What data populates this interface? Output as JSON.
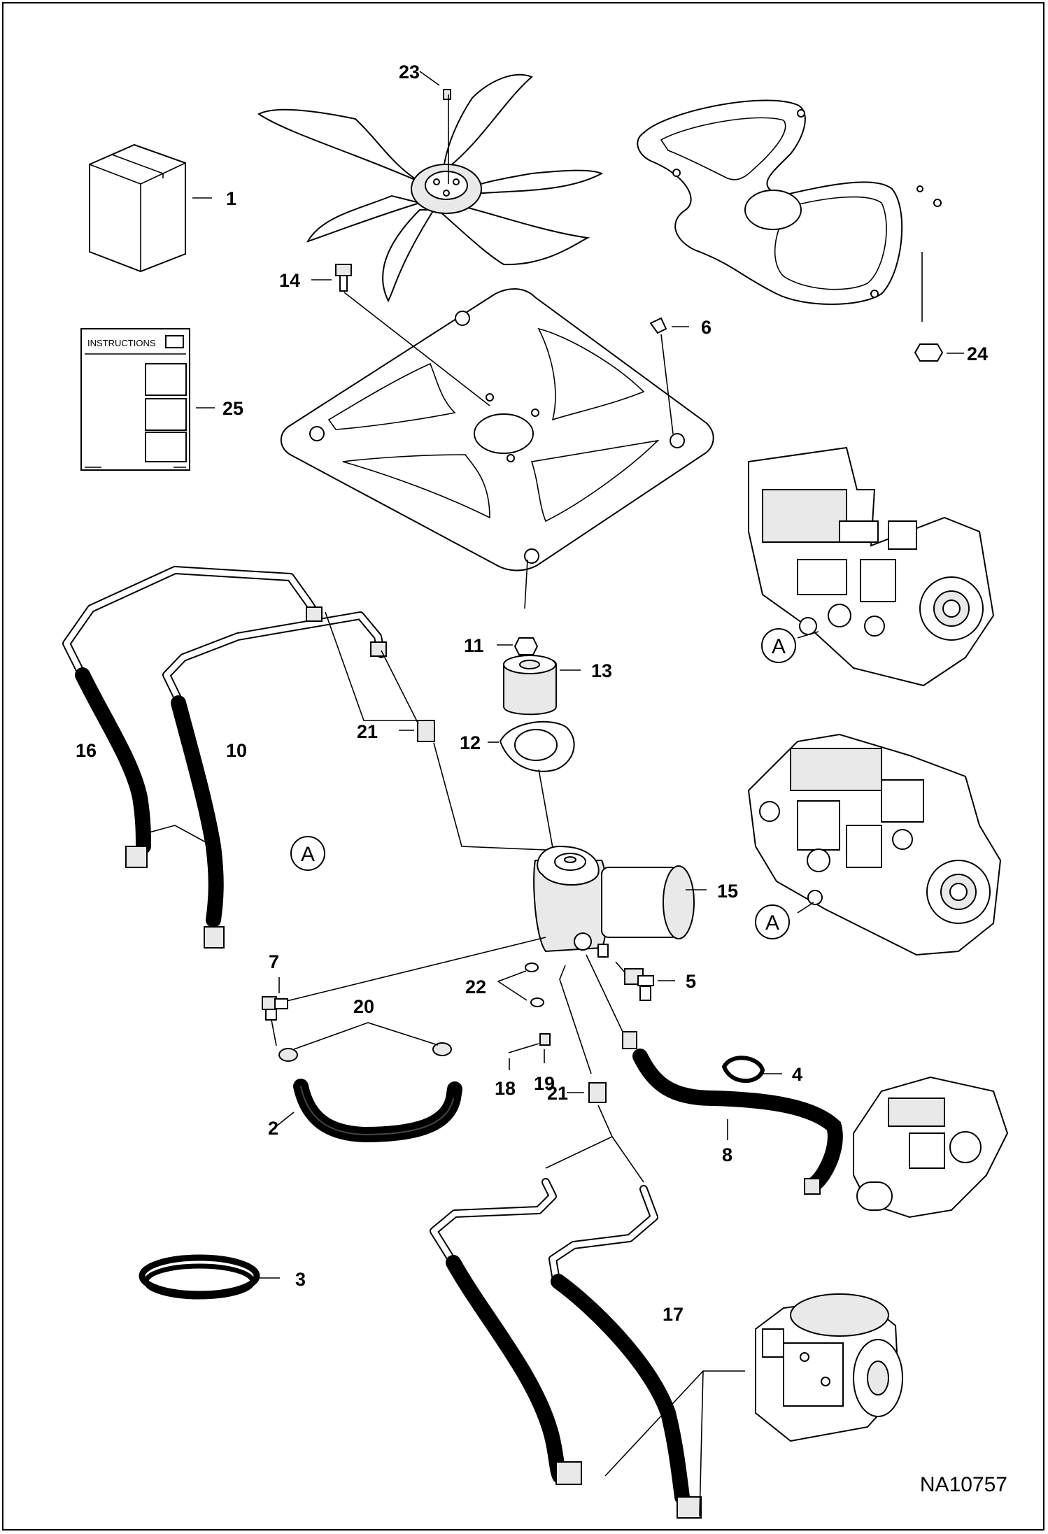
{
  "figure_id": "NA10757",
  "instructions_sheet_title": "INSTRUCTIONS",
  "callouts": [
    {
      "id": "c1",
      "label": "1"
    },
    {
      "id": "c2",
      "label": "2"
    },
    {
      "id": "c3",
      "label": "3"
    },
    {
      "id": "c4",
      "label": "4"
    },
    {
      "id": "c5",
      "label": "5"
    },
    {
      "id": "c6",
      "label": "6"
    },
    {
      "id": "c7",
      "label": "7"
    },
    {
      "id": "c8",
      "label": "8"
    },
    {
      "id": "c9",
      "label": "9"
    },
    {
      "id": "c10",
      "label": "10"
    },
    {
      "id": "c11",
      "label": "11"
    },
    {
      "id": "c12",
      "label": "12"
    },
    {
      "id": "c13",
      "label": "13"
    },
    {
      "id": "c14",
      "label": "14"
    },
    {
      "id": "c15",
      "label": "15"
    },
    {
      "id": "c16",
      "label": "16"
    },
    {
      "id": "c17",
      "label": "17"
    },
    {
      "id": "c18",
      "label": "18"
    },
    {
      "id": "c19",
      "label": "19"
    },
    {
      "id": "c20",
      "label": "20"
    },
    {
      "id": "c21a",
      "label": "21"
    },
    {
      "id": "c21b",
      "label": "21"
    },
    {
      "id": "c22",
      "label": "22"
    },
    {
      "id": "c23",
      "label": "23"
    },
    {
      "id": "c24",
      "label": "24"
    },
    {
      "id": "c25",
      "label": "25"
    }
  ],
  "reference_markers": [
    {
      "id": "refA1",
      "label": "A"
    },
    {
      "id": "refA2",
      "label": "A"
    },
    {
      "id": "refA3",
      "label": "A"
    }
  ]
}
